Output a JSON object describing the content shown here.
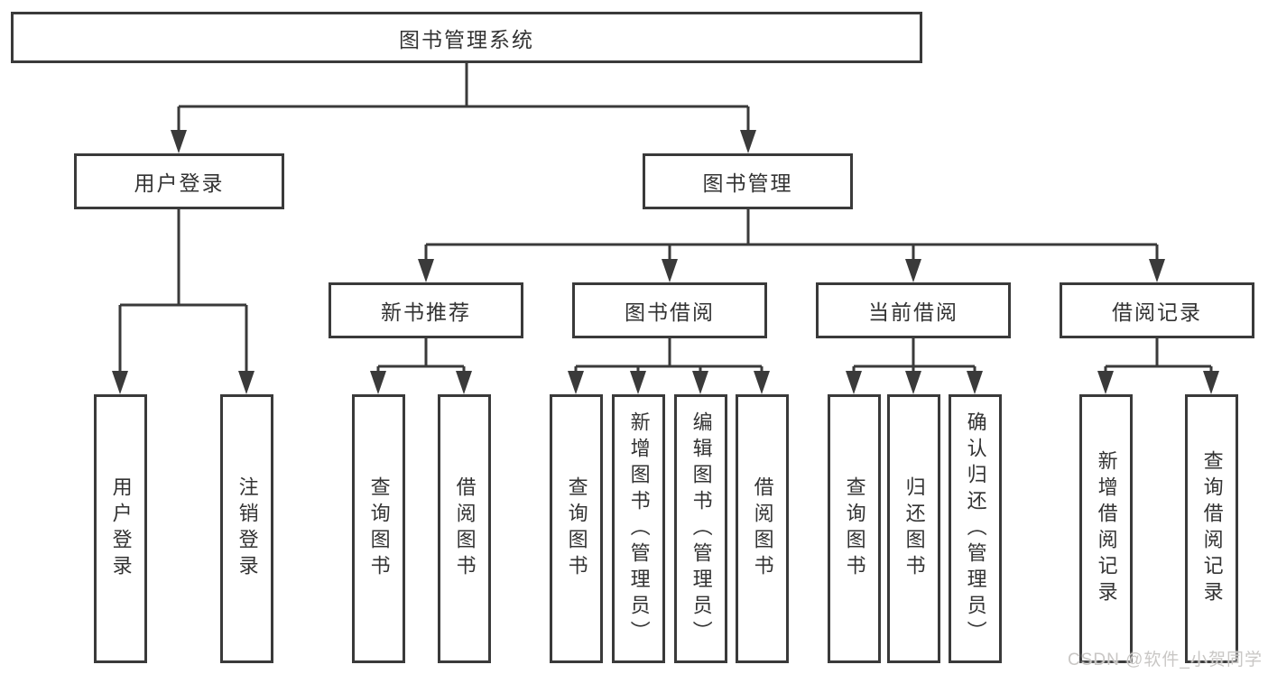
{
  "diagram": {
    "root": {
      "label": "图书管理系统"
    },
    "level2": [
      {
        "label": "用户登录",
        "children": [
          "用户登录",
          "注销登录"
        ]
      },
      {
        "label": "图书管理"
      }
    ],
    "level3": [
      {
        "label": "新书推荐",
        "children": [
          "查询图书",
          "借阅图书"
        ]
      },
      {
        "label": "图书借阅",
        "children": [
          "查询图书",
          "新增图书（管理员）",
          "编辑图书（管理员）",
          "借阅图书"
        ]
      },
      {
        "label": "当前借阅",
        "children": [
          "查询图书",
          "归还图书",
          "确认归还（管理员）"
        ]
      },
      {
        "label": "借阅记录",
        "children": [
          "新增借阅记录",
          "查询借阅记录"
        ]
      }
    ]
  },
  "watermark": {
    "text": "CSDN @软件_小贺同学"
  },
  "colors": {
    "line": "#3a3a3a",
    "text": "#333333",
    "watermark": "#c9c7c5"
  }
}
